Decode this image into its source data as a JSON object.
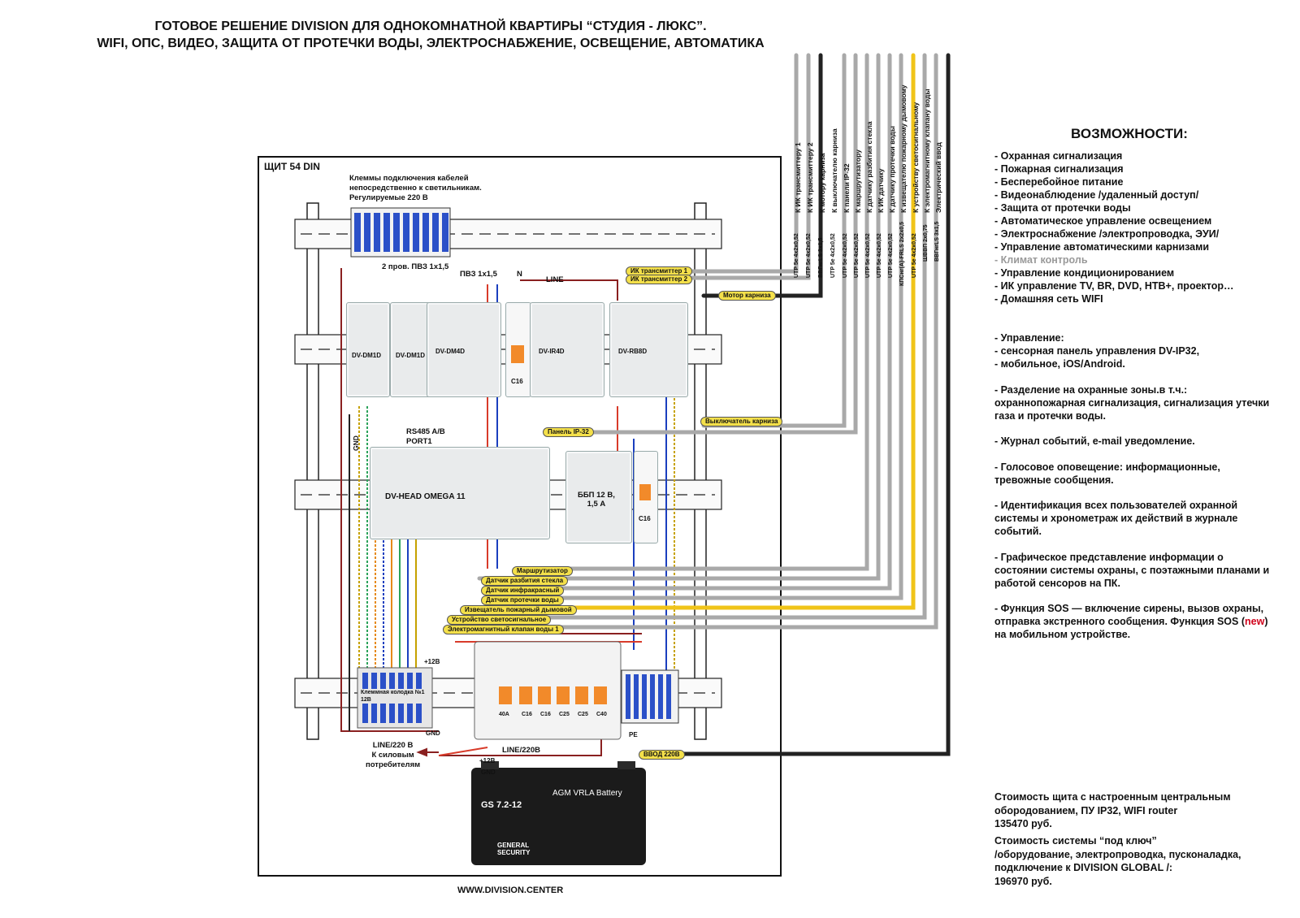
{
  "title": {
    "line1": "ГОТОВОЕ РЕШЕНИЕ DIVISION ДЛЯ ОДНОКОМНАТНОЙ КВАРТИРЫ    “СТУДИЯ - ЛЮКС”.",
    "line2": "WIFI, ОПС, ВИДЕО, ЗАЩИТА ОТ ПРОТЕЧКИ ВОДЫ, ЭЛЕКТРОСНАБЖЕНИЕ, ОСВЕЩЕНИЕ, АВТОМАТИКА"
  },
  "panel": {
    "title": "ЩИТ 54 DIN",
    "terminal_note": "Клеммы подключения кабелей\nнепосредственно к светильникам.\nРегулируемые 220 В",
    "wire_label_1": "2 пров. ПВЗ  1х1,5",
    "wire_label_2": "ПВЗ  1х1,5",
    "wire_n": "N",
    "wire_line": "LINE",
    "gnd": "GND",
    "rs485": "RS485 A/B\nPORT1",
    "plus12": "+12В",
    "gnd2": "GND",
    "pe": "PE",
    "line220": "LINE/220В",
    "line220_out": "LINE/220 В\nК силовым\nпотребителям",
    "plus12b": "+12В",
    "gnd3": "GND",
    "terminal_block": "Клеммная колодка №1\n12В",
    "footer": "WWW.DIVISION.CENTER"
  },
  "modules": [
    {
      "name": "DV-DM1D"
    },
    {
      "name": "DV-DM1D"
    },
    {
      "name": "DV-DM4D"
    },
    {
      "name": "C16"
    },
    {
      "name": "DV-IR4D"
    },
    {
      "name": "DV-RB8D"
    },
    {
      "name": "DV-HEAD OMEGA 11"
    },
    {
      "name": "ББП 12 В,\n1,5 А"
    },
    {
      "name": "C16"
    }
  ],
  "breakers": [
    "40A",
    "C16",
    "C16",
    "C25",
    "C25",
    "C40"
  ],
  "battery": {
    "model": "GS  7.2-12",
    "type": "AGM VRLA Battery",
    "brand": "GENERAL\nSECURITY"
  },
  "cables": [
    {
      "to": "К ИК трансмиттеру 1",
      "spec": "UTP 5e 4x2x0,52"
    },
    {
      "to": "К ИК трансмиттеру 2",
      "spec": "UTP 5e 4x2x0,52"
    },
    {
      "to": "К мотору карниза",
      "spec": "ВВГнгLS 3х1,5"
    },
    {
      "to": "К выключателю карниза",
      "spec": "UTP 5e 4x2x0,52"
    },
    {
      "to": "К панели IP-32",
      "spec": "UTP 5e 4x2x0,52"
    },
    {
      "to": "К маршрутизатору",
      "spec": "UTP 5e 4x2x0,52"
    },
    {
      "to": "К датчику разбития стекла",
      "spec": "UTP 5e 4x2x0,52"
    },
    {
      "to": "К ИК датчику",
      "spec": "UTP 5e 4x2x0,52"
    },
    {
      "to": "К датчику протечки воды",
      "spec": "UTP 5e 4x2x0,52"
    },
    {
      "to": "К извещателю пожарному дымовому",
      "spec": "КПСнг(А)-FRLS 2х2х0,5"
    },
    {
      "to": "К устройству светосигнальному",
      "spec": "UTP 5e 4x2x0,52"
    },
    {
      "to": "К электромагнитному клапану воды",
      "spec": "ШВВП 2х0,75"
    },
    {
      "to": "Электрический ввод",
      "spec": "ВВГнгLS 3х1,5"
    }
  ],
  "tags": {
    "ir1": "ИК трансмиттер 1",
    "ir2": "ИК трансмиттер 2",
    "motor": "Мотор карниза",
    "switch": "Выключатель карниза",
    "ip32": "Панель IP-32",
    "router": "Маршрутизатор",
    "glass": "Датчик разбития стекла",
    "ir_sensor": "Датчик инфракрасный",
    "leak": "Датчик протечки воды",
    "smoke": "Извещатель пожарный дымовой",
    "light": "Устройство светосигнальное",
    "valve": "Электромагнитный клапан воды 1",
    "input": "ВВОД 220В"
  },
  "features": {
    "header": "ВОЗМОЖНОСТИ:",
    "items": [
      "- Охранная сигнализация",
      "- Пожарная сигнализация",
      "- Бесперебойное питание",
      "- Видеонаблюдение /удаленный доступ/",
      "- Защита от протечки воды",
      "- Автоматическое управление освещением",
      "- Электроснабжение /электропроводка, ЭУИ/",
      "- Управление автоматическими карнизами",
      "- Климат контроль",
      "- Управление кондиционированием",
      "- ИК управление TV, BR,  DVD, НТВ+, проектор…",
      "- Домашняя сеть  WIFI"
    ],
    "control": "- Управление:\n- сенсорная панель управления DV-IP32,\n- мобильное, iOS/Android.",
    "zones": "- Разделение на охранные зоны.в т.ч.:\nохраннопожарная сигнализация,  сигнализация утечки\nгаза и протечки воды.",
    "journal": "- Журнал событий, e-mail уведомление.",
    "voice": "- Голосовое оповещение: информационные,\nтревожные сообщения.",
    "ident": "- Идентификация всех пользователей  охранной\nсистемы и хронометраж их действий в журнале\nсобытий.",
    "graph": "- Графическое представление информации о\nсостоянии системы охраны, с поэтажными планами и\nработой сенсоров на ПК.",
    "sos_a": "- Функция SOS — включение сирены, вызов охраны,\nотправка экстренного сообщения. Функция SOS (",
    "sos_new": "new",
    "sos_b": ")\nна мобильном устройстве."
  },
  "costs": {
    "c1": "Стоимость щита с настроенным центральным\nобородованием, ПУ IP32, WIFI router\n135470 руб.",
    "c2": "Стоимость системы “под ключ”\n/оборудование, электропроводка, пусконаладка,\nподключение к  DIVISION GLOBAL /:\n196970 руб."
  }
}
